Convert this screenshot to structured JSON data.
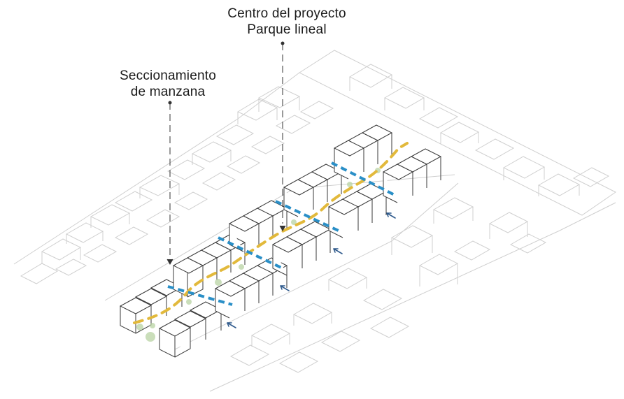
{
  "annotations": {
    "centro": {
      "line1": "Centro del proyecto",
      "line2": "Parque lineal"
    },
    "seccionamiento": {
      "line1": "Seccionamiento",
      "line2": "de manzana"
    }
  },
  "colors": {
    "context_line": "#c9c9c9",
    "building_line": "#3a3a3a",
    "building_fill": "#ffffff",
    "park_path": "#e2b93b",
    "section_cut": "#2a8fc7",
    "arrow": "#2f5a8c",
    "tree": "#b9d3a4",
    "leader": "#333333"
  }
}
